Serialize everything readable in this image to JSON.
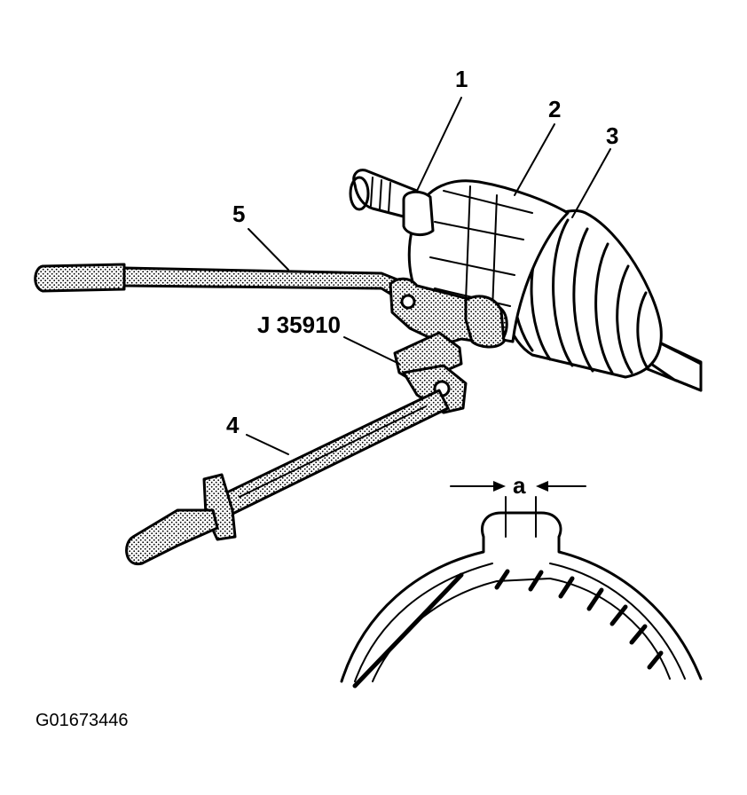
{
  "callouts": {
    "c1": "1",
    "c2": "2",
    "c3": "3",
    "c4": "4",
    "c5": "5",
    "tool": "J 35910",
    "dim_a": "a"
  },
  "figure_id": "G01673446"
}
